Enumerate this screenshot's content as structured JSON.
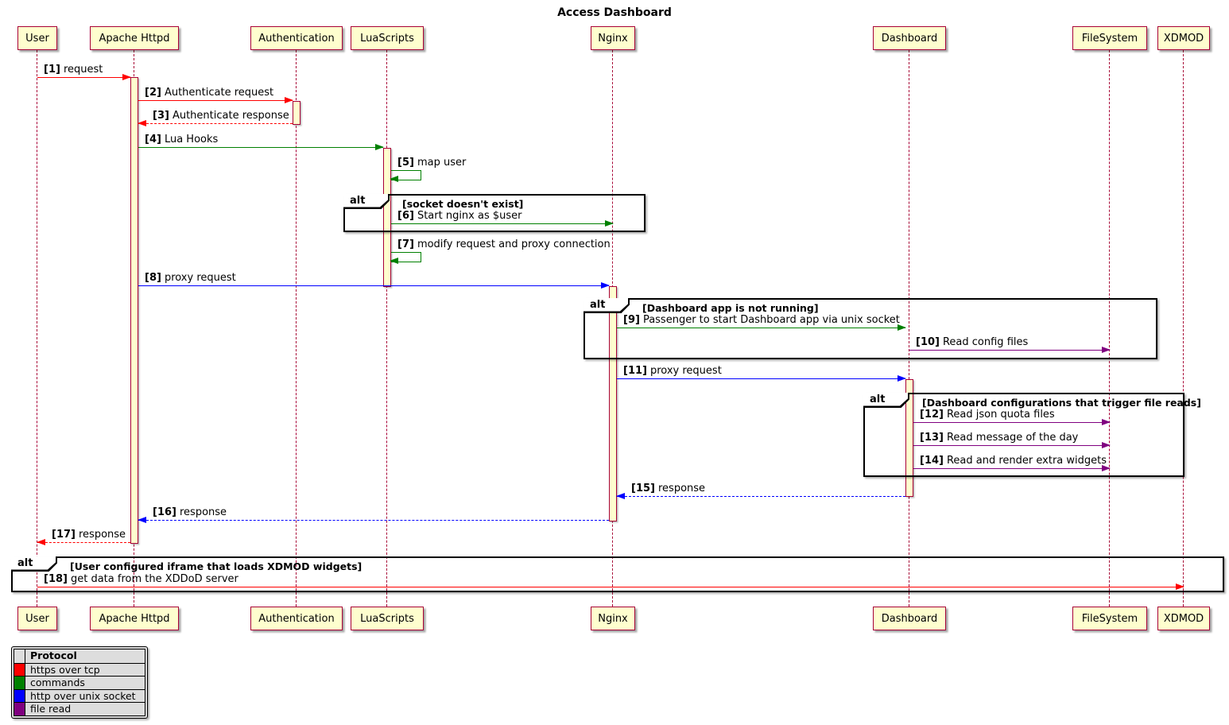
{
  "title": "Access Dashboard",
  "participants": [
    {
      "name": "User"
    },
    {
      "name": "Apache Httpd"
    },
    {
      "name": "Authentication"
    },
    {
      "name": "LuaScripts"
    },
    {
      "name": "Nginx"
    },
    {
      "name": "Dashboard"
    },
    {
      "name": "FileSystem"
    },
    {
      "name": "XDMOD"
    }
  ],
  "messages": [
    {
      "num": "[1]",
      "text": "request",
      "color": "#FF0000"
    },
    {
      "num": "[2]",
      "text": "Authenticate request",
      "color": "#FF0000"
    },
    {
      "num": "[3]",
      "text": "Authenticate response",
      "color": "#FF0000"
    },
    {
      "num": "[4]",
      "text": "Lua Hooks",
      "color": "#008000"
    },
    {
      "num": "[5]",
      "text": "map user",
      "color": "#008000"
    },
    {
      "num": "[6]",
      "text": "Start nginx as $user",
      "color": "#008000"
    },
    {
      "num": "[7]",
      "text": "modify request and proxy connection",
      "color": "#008000"
    },
    {
      "num": "[8]",
      "text": "proxy request",
      "color": "#0000FF"
    },
    {
      "num": "[9]",
      "text": "Passenger to start Dashboard app via unix socket",
      "color": "#008000"
    },
    {
      "num": "[10]",
      "text": "Read config files",
      "color": "#800080"
    },
    {
      "num": "[11]",
      "text": "proxy request",
      "color": "#0000FF"
    },
    {
      "num": "[12]",
      "text": "Read json quota files",
      "color": "#800080"
    },
    {
      "num": "[13]",
      "text": "Read message of the day",
      "color": "#800080"
    },
    {
      "num": "[14]",
      "text": "Read and render extra widgets",
      "color": "#800080"
    },
    {
      "num": "[15]",
      "text": "response",
      "color": "#0000FF"
    },
    {
      "num": "[16]",
      "text": "response",
      "color": "#0000FF"
    },
    {
      "num": "[17]",
      "text": "response",
      "color": "#FF0000"
    },
    {
      "num": "[18]",
      "text": "get data from the XDDoD server",
      "color": "#FF0000"
    }
  ],
  "frames": [
    {
      "label": "alt",
      "condition": "[socket doesn't exist]"
    },
    {
      "label": "alt",
      "condition": "[Dashboard app is not running]"
    },
    {
      "label": "alt",
      "condition": "[Dashboard configurations that trigger file reads]"
    },
    {
      "label": "alt",
      "condition": "[User configured iframe that loads XDMOD widgets]"
    }
  ],
  "legend": {
    "title": "Protocol",
    "entries": [
      {
        "label": "https over tcp",
        "color": "#FF0000"
      },
      {
        "label": "commands",
        "color": "#008000"
      },
      {
        "label": "http over unix socket",
        "color": "#0000FF"
      },
      {
        "label": "file read",
        "color": "#800080"
      }
    ]
  }
}
